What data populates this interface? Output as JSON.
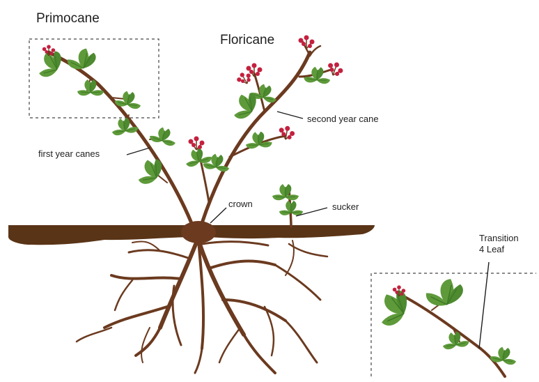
{
  "labels": {
    "primocane": "Primocane",
    "floricane": "Floricane",
    "second_year_cane": "second year cane",
    "first_year_canes": "first year canes",
    "crown": "crown",
    "sucker": "sucker",
    "transition_line1": "Transition",
    "transition_line2": "4 Leaf"
  },
  "colors": {
    "cane": "#6b3a1f",
    "soil": "#5a3417",
    "root": "#6b3a1f",
    "leaf": "#5e9a3a",
    "leaf_dark": "#3f7a25",
    "berry": "#c4203f",
    "box": "#444444"
  }
}
